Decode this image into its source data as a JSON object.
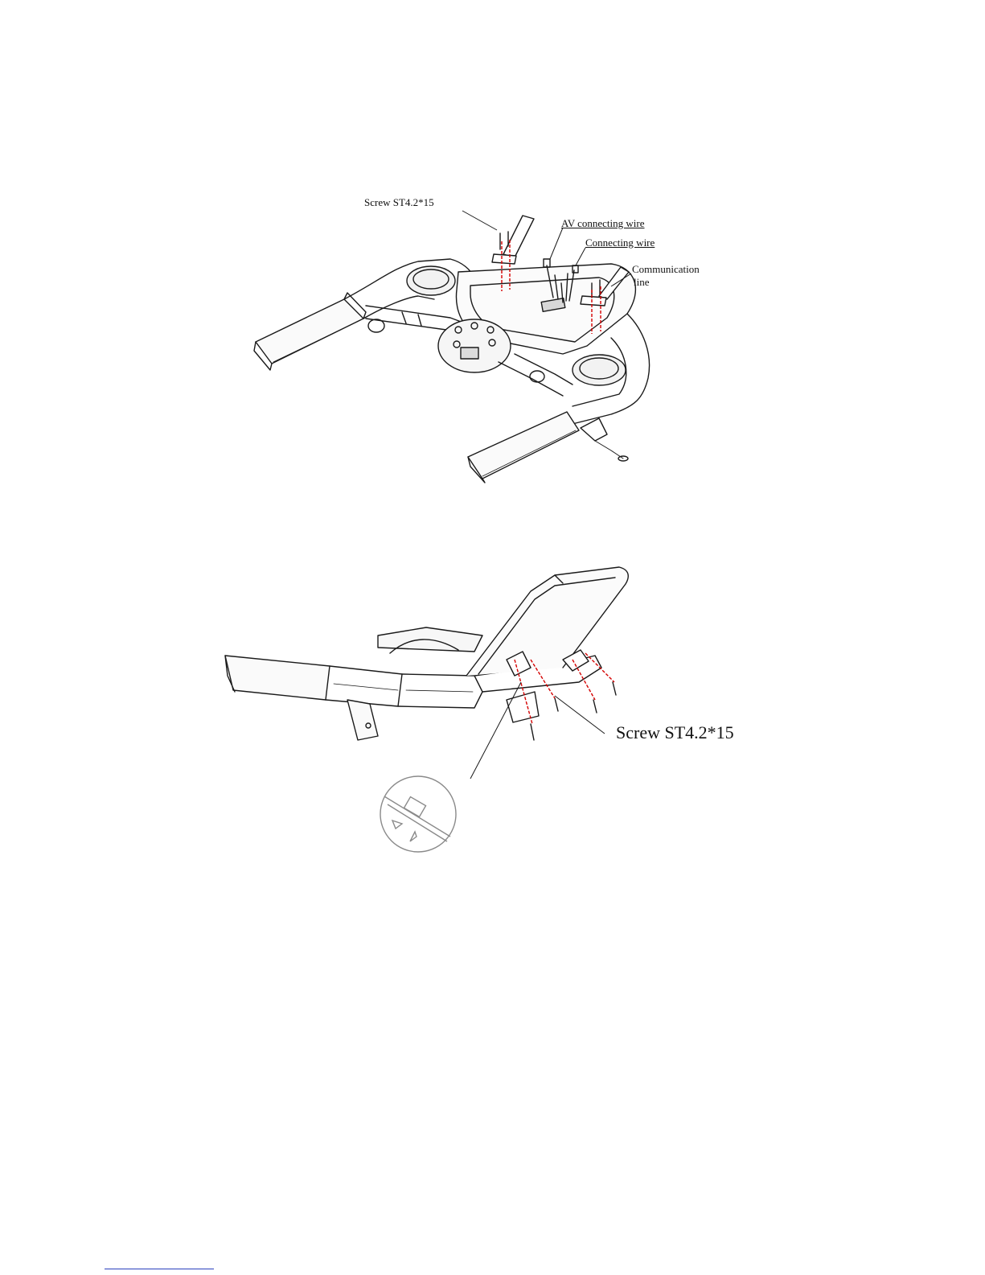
{
  "diagram_top": {
    "callouts": {
      "screw": "Screw ST4.2*15",
      "av_wire": "AV connecting wire",
      "connecting_wire": "Connecting wire",
      "communication_line_1": "Communication",
      "communication_line_2": "line"
    }
  },
  "diagram_bottom": {
    "callouts": {
      "screw": "Screw ST4.2*15"
    }
  },
  "colors": {
    "line": "#1a1a1a",
    "guide": "#d40000",
    "footer_rule": "#2b3fbd"
  }
}
